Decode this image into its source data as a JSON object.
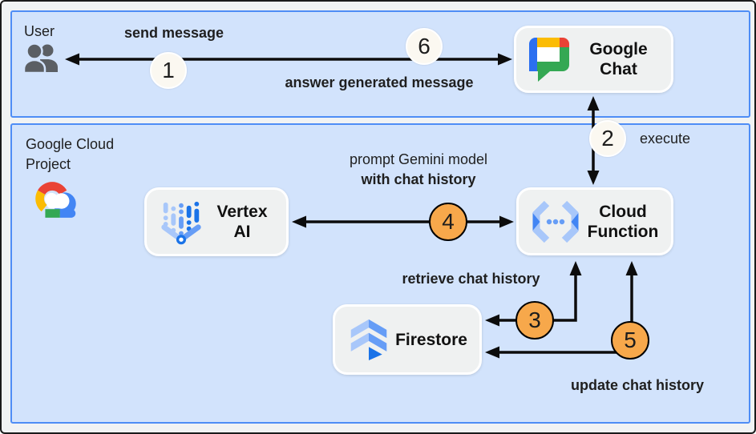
{
  "zones": {
    "user": {
      "label": "User"
    },
    "gcp": {
      "label_line1": "Google Cloud",
      "label_line2": "Project"
    }
  },
  "nodes": {
    "google_chat": {
      "title_line1": "Google",
      "title_line2": "Chat"
    },
    "vertex_ai": {
      "title_line1": "Vertex",
      "title_line2": "AI"
    },
    "cloud_function": {
      "title_line1": "Cloud",
      "title_line2": "Function"
    },
    "firestore": {
      "title": "Firestore"
    }
  },
  "edges": {
    "send_message": {
      "label": "send message",
      "step": "1"
    },
    "answer": {
      "label": "answer generated message",
      "step": "6"
    },
    "execute": {
      "label": "execute",
      "step": "2"
    },
    "prompt": {
      "label_line1": "prompt Gemini model",
      "label_line2": "with chat history",
      "step": "4"
    },
    "retrieve": {
      "label": "retrieve chat history",
      "step": "3"
    },
    "update": {
      "label": "update chat history",
      "step": "5"
    }
  },
  "icons": {
    "user_zone": "users-icon",
    "gcp_zone": "google-cloud-icon",
    "google_chat": "google-chat-icon",
    "vertex_ai": "vertex-ai-icon",
    "cloud_function": "cloud-functions-icon",
    "firestore": "firestore-icon"
  },
  "colors": {
    "canvas_bg": "#f1f3f4",
    "canvas_border": "#1b1b1b",
    "panel_fill": "#d2e3fc",
    "panel_border": "#4e8df6",
    "card_fill": "#eff1f1",
    "card_border": "#ffffff",
    "arrow": "#0c0c0c",
    "text": "#1f1f1f",
    "step_light_fill": "#fbf8f1",
    "step_light_border": "#ffffff",
    "step_orange_fill": "#f7a84b",
    "step_orange_border": "#000000"
  }
}
